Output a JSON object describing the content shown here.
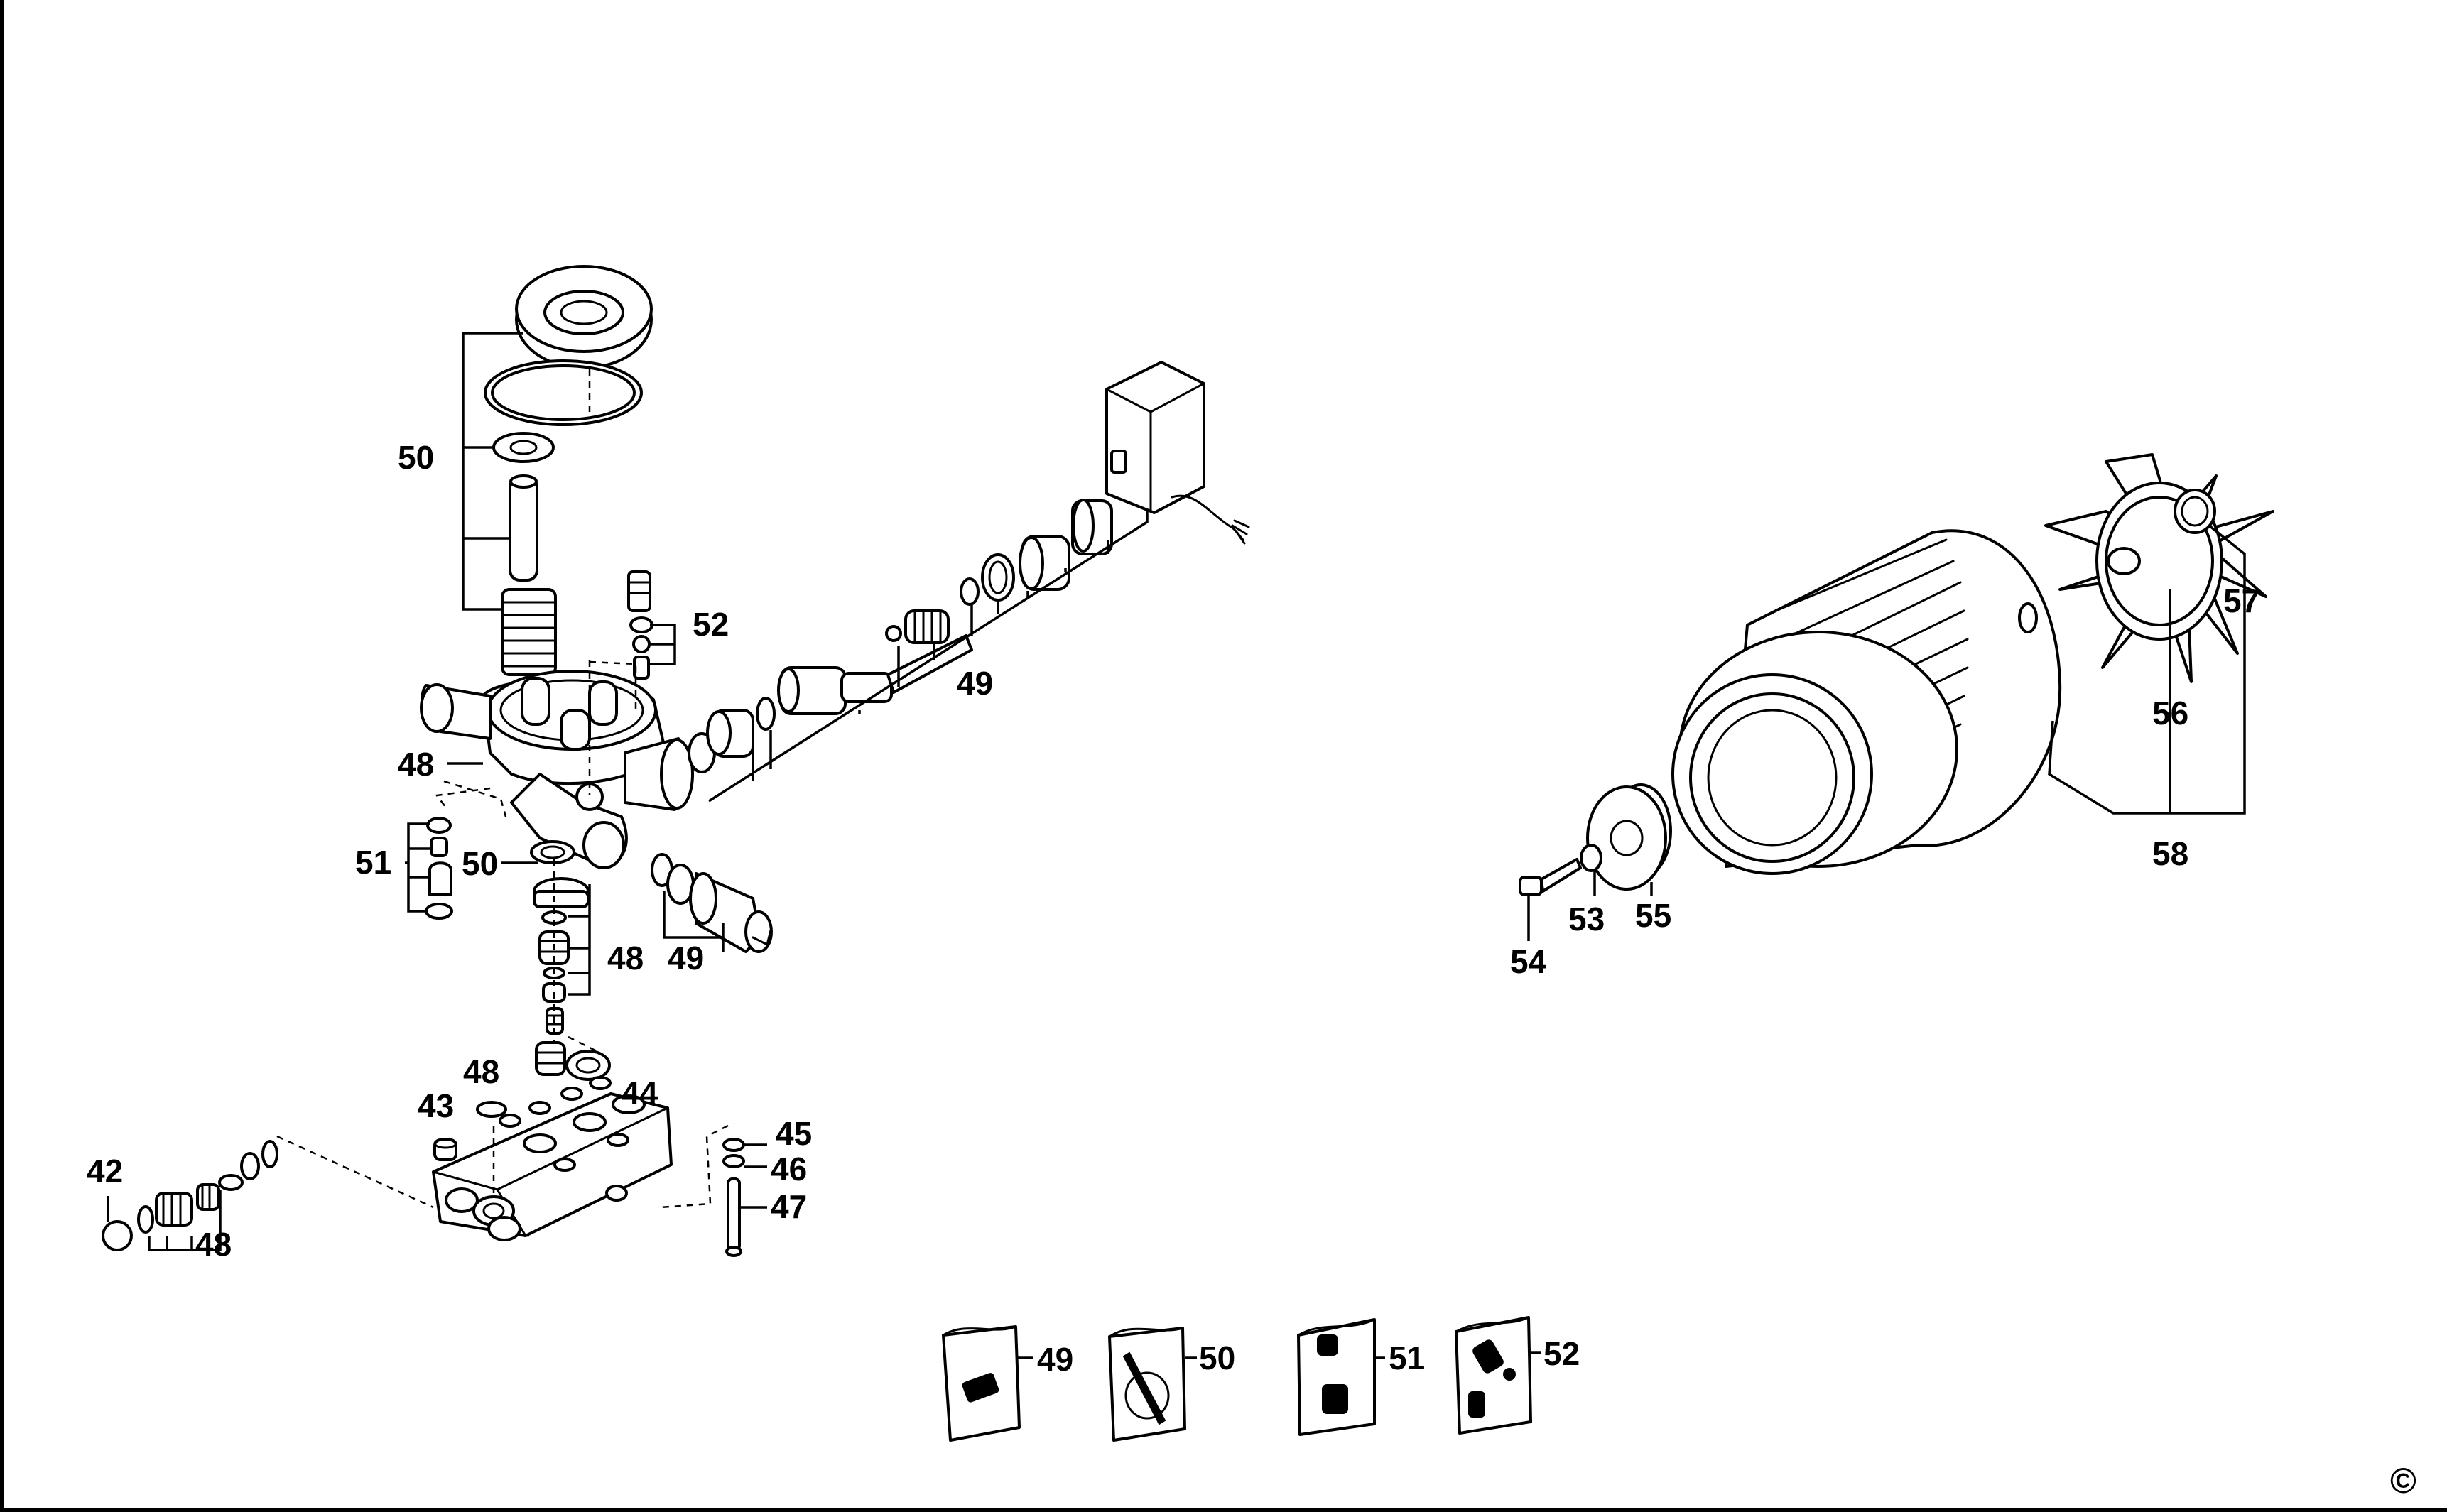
{
  "callouts": {
    "c42": "42",
    "c43": "43",
    "c44": "44",
    "c45": "45",
    "c46": "46",
    "c47": "47",
    "c48a": "48",
    "c48b": "48",
    "c48c": "48",
    "c48d": "48",
    "c49a": "49",
    "c49b": "49",
    "c50a": "50",
    "c50b": "50",
    "c51": "51",
    "c52": "52",
    "c53": "53",
    "c54": "54",
    "c55": "55",
    "c56": "56",
    "c57": "57",
    "c58": "58"
  },
  "kits": {
    "k49": "49",
    "k50": "50",
    "k51": "51",
    "k52": "52"
  },
  "copyright_symbol": "©"
}
